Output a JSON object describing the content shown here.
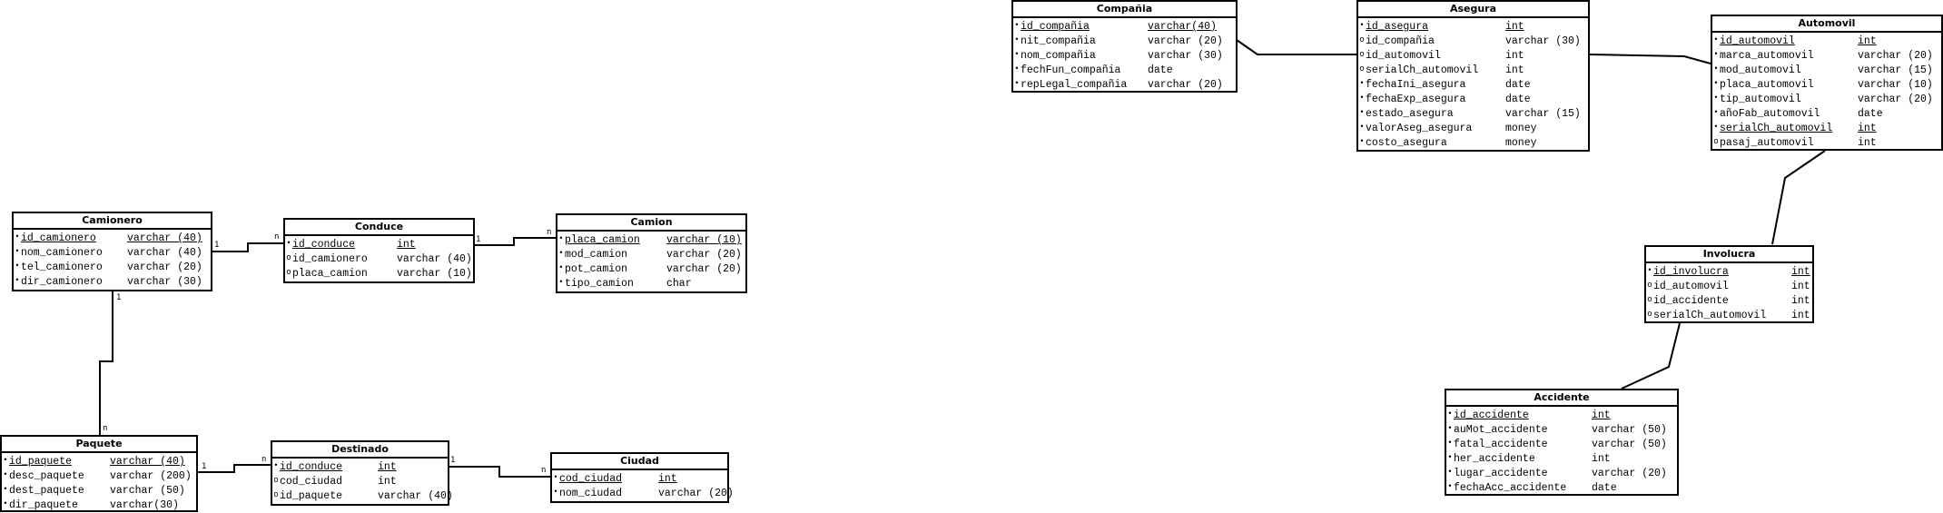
{
  "entities": {
    "camionero": {
      "title": "Camionero",
      "attrs": [
        {
          "mark": "•",
          "name": "id_camionero",
          "type": "varchar (40)",
          "pk": true
        },
        {
          "mark": "•",
          "name": "nom_camionero",
          "type": "varchar (40)",
          "pk": false
        },
        {
          "mark": "•",
          "name": "tel_camionero",
          "type": "varchar (20)",
          "pk": false
        },
        {
          "mark": "•",
          "name": "dir_camionero",
          "type": "varchar (30)",
          "pk": false
        }
      ]
    },
    "conduce": {
      "title": "Conduce",
      "attrs": [
        {
          "mark": "•",
          "name": "id_conduce",
          "type": "int",
          "pk": true
        },
        {
          "mark": "o",
          "name": "id_camionero",
          "type": "varchar (40)",
          "pk": false
        },
        {
          "mark": "o",
          "name": "placa_camion",
          "type": "varchar (10)",
          "pk": false
        }
      ]
    },
    "camion": {
      "title": "Camion",
      "attrs": [
        {
          "mark": "•",
          "name": "placa_camion",
          "type": "varchar (10)",
          "pk": true
        },
        {
          "mark": "•",
          "name": "mod_camion",
          "type": "varchar (20)",
          "pk": false
        },
        {
          "mark": "•",
          "name": "pot_camion",
          "type": "varchar (20)",
          "pk": false
        },
        {
          "mark": "•",
          "name": "tipo_camion",
          "type": "char",
          "pk": false
        }
      ]
    },
    "paquete": {
      "title": "Paquete",
      "attrs": [
        {
          "mark": "•",
          "name": "id_paquete",
          "type": "varchar (40)",
          "pk": true
        },
        {
          "mark": "•",
          "name": "desc_paquete",
          "type": "varchar (200)",
          "pk": false
        },
        {
          "mark": "•",
          "name": "dest_paquete",
          "type": "varchar (50)",
          "pk": false
        },
        {
          "mark": "•",
          "name": "dir_paquete",
          "type": "varchar(30)",
          "pk": false
        }
      ]
    },
    "destinado": {
      "title": "Destinado",
      "attrs": [
        {
          "mark": "•",
          "name": "id_conduce",
          "type": "int",
          "pk": true
        },
        {
          "mark": "o",
          "name": "cod_ciudad",
          "type": "int",
          "pk": false
        },
        {
          "mark": "o",
          "name": "id_paquete",
          "type": "varchar (40)",
          "pk": false
        }
      ]
    },
    "ciudad": {
      "title": "Ciudad",
      "attrs": [
        {
          "mark": "•",
          "name": "cod_ciudad",
          "type": "int",
          "pk": true
        },
        {
          "mark": "•",
          "name": "nom_ciudad",
          "type": "varchar (20)",
          "pk": false
        }
      ]
    },
    "compania": {
      "title": "Compañia",
      "attrs": [
        {
          "mark": "•",
          "name": "id_compañia",
          "type": "varchar(40)",
          "pk": true
        },
        {
          "mark": "•",
          "name": "nit_compañia",
          "type": "varchar (20)",
          "pk": false
        },
        {
          "mark": "•",
          "name": "nom_compañia",
          "type": "varchar (30)",
          "pk": false
        },
        {
          "mark": "•",
          "name": "fechFun_compañia",
          "type": "date",
          "pk": false
        },
        {
          "mark": "•",
          "name": "repLegal_compañia",
          "type": "varchar (20)",
          "pk": false
        }
      ]
    },
    "asegura": {
      "title": "Asegura",
      "attrs": [
        {
          "mark": "•",
          "name": "id_asegura",
          "type": "int",
          "pk": true
        },
        {
          "mark": "o",
          "name": "id_compañia",
          "type": "varchar (30)",
          "pk": false
        },
        {
          "mark": "o",
          "name": "id_automovil",
          "type": "int",
          "pk": false
        },
        {
          "mark": "o",
          "name": "serialCh_automovil",
          "type": "int",
          "pk": false
        },
        {
          "mark": "•",
          "name": "fechaIni_asegura",
          "type": "date",
          "pk": false
        },
        {
          "mark": "•",
          "name": "fechaExp_asegura",
          "type": "date",
          "pk": false
        },
        {
          "mark": "•",
          "name": "estado_asegura",
          "type": "varchar (15)",
          "pk": false
        },
        {
          "mark": "•",
          "name": "valorAseg_asegura",
          "type": "money",
          "pk": false
        },
        {
          "mark": "•",
          "name": "costo_asegura",
          "type": "money",
          "pk": false
        }
      ]
    },
    "automovil": {
      "title": "Automovil",
      "attrs": [
        {
          "mark": "•",
          "name": "id_automovil",
          "type": "int",
          "pk": true
        },
        {
          "mark": "•",
          "name": "marca_automovil",
          "type": "varchar (20)",
          "pk": false
        },
        {
          "mark": "•",
          "name": "mod_automovil",
          "type": "varchar (15)",
          "pk": false
        },
        {
          "mark": "•",
          "name": "placa_automovil",
          "type": "varchar (10)",
          "pk": false
        },
        {
          "mark": "•",
          "name": "tip_automovil",
          "type": "varchar (20)",
          "pk": false
        },
        {
          "mark": "•",
          "name": "añoFab_automovil",
          "type": "date",
          "pk": false
        },
        {
          "mark": "•",
          "name": "serialCh_automovil",
          "type": "int",
          "pk": true
        },
        {
          "mark": "o",
          "name": "pasaj_automovil",
          "type": "int",
          "pk": false
        }
      ]
    },
    "involucra": {
      "title": "Involucra",
      "attrs": [
        {
          "mark": "•",
          "name": "id_involucra",
          "type": "int",
          "pk": true
        },
        {
          "mark": "o",
          "name": "id_automovil",
          "type": "int",
          "pk": false
        },
        {
          "mark": "o",
          "name": "id_accidente",
          "type": "int",
          "pk": false
        },
        {
          "mark": "o",
          "name": "serialCh_automovil",
          "type": "int",
          "pk": false
        }
      ]
    },
    "accidente": {
      "title": "Accidente",
      "attrs": [
        {
          "mark": "•",
          "name": "id_accidente",
          "type": "int",
          "pk": true
        },
        {
          "mark": "•",
          "name": "auMot_accidente",
          "type": "varchar (50)",
          "pk": false
        },
        {
          "mark": "•",
          "name": "fatal_accidente",
          "type": "varchar (50)",
          "pk": false
        },
        {
          "mark": "•",
          "name": "her_accidente",
          "type": "int",
          "pk": false
        },
        {
          "mark": "•",
          "name": "lugar_accidente",
          "type": "varchar (20)",
          "pk": false
        },
        {
          "mark": "•",
          "name": "fechaAcc_accidente",
          "type": "date",
          "pk": false
        }
      ]
    }
  },
  "cardinalities": {
    "camionero_conduce_a": "1",
    "camionero_conduce_b": "n",
    "conduce_camion_a": "1",
    "conduce_camion_b": "n",
    "camionero_paquete_a": "1",
    "camionero_paquete_b": "n",
    "paquete_destinado_a": "1",
    "paquete_destinado_b": "n",
    "destinado_ciudad_a": "1",
    "destinado_ciudad_b": "n"
  }
}
